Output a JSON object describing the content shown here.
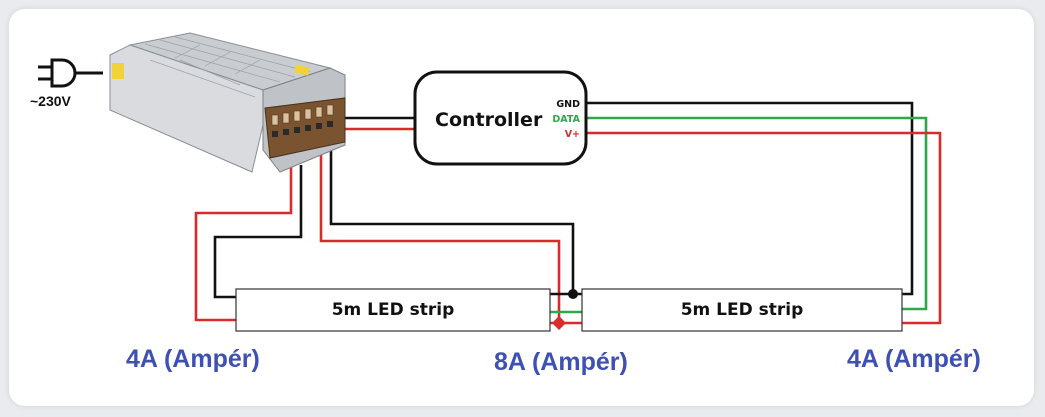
{
  "power": {
    "voltage_label": "~230V"
  },
  "controller": {
    "label": "Controller",
    "pins": {
      "gnd": "GND",
      "data": "DATA",
      "vplus": "V+"
    }
  },
  "strips": [
    {
      "label": "5m LED strip"
    },
    {
      "label": "5m LED strip"
    }
  ],
  "currents": {
    "left": "4A (Ampér)",
    "middle": "8A (Ampér)",
    "right": "4A (Ampér)"
  },
  "colors": {
    "gnd_wire": "#111111",
    "data_wire": "#2ea84a",
    "vplus_wire": "#d92b2b",
    "current_text": "#3f50b5"
  }
}
